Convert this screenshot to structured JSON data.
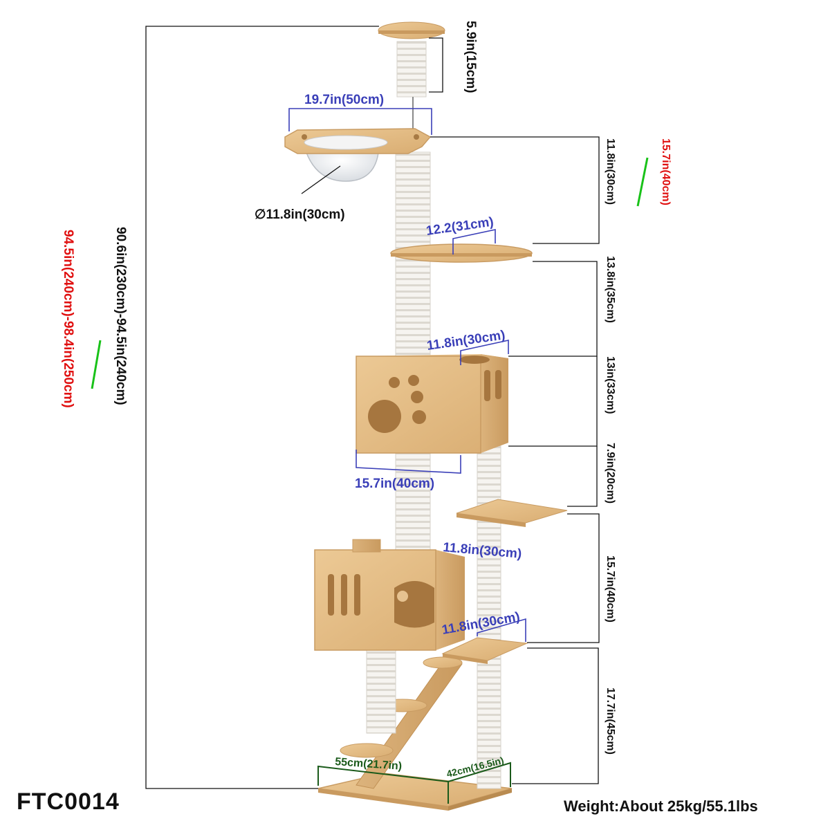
{
  "model_code": "FTC0014",
  "weight_label": "Weight:About 25kg/55.1lbs",
  "colors": {
    "wood": "#e6c290",
    "wood_edge": "#c89b62",
    "sisal": "#f4f2ee",
    "blue_dim": "#3a3fb8",
    "red_dim": "#e01010",
    "green_mark": "#19c219",
    "base_dim": "#1a5a1a"
  },
  "dimensions": {
    "top_post_height": "5.9in(15cm)",
    "bowl_platform_width": "19.7in(50cm)",
    "bowl_diameter": "∅11.8in(30cm)",
    "upper_gap": "11.8in(30cm)",
    "upper_gap_alt": "15.7in(40cm)",
    "round_platform": "12.2(31cm)",
    "seg_a": "13.8in(35cm)",
    "upper_box_depth": "11.8in(30cm)",
    "seg_b": "13in(33cm)",
    "upper_box_width": "15.7in(40cm)",
    "seg_c": "7.9in(20cm)",
    "side_step": "11.8in(30cm)",
    "seg_d": "15.7in(40cm)",
    "lower_platform": "11.8in(30cm)",
    "seg_e": "17.7in(45cm)",
    "base_width": "55cm(21.7in)",
    "base_depth": "42cm(16.5in)",
    "total_height": "90.6in(230cm)-94.5in(240cm)",
    "total_height_alt": "94.5in(240cm)-98.4in(250cm)"
  }
}
